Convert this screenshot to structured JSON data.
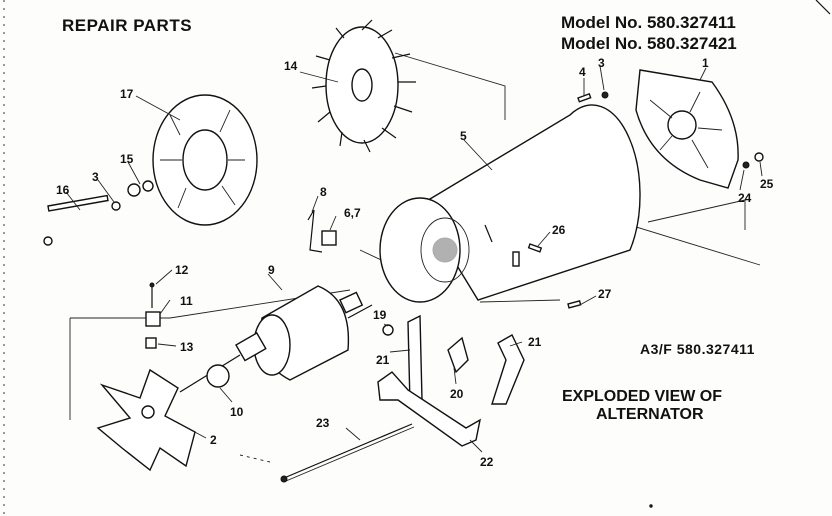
{
  "header": {
    "title": "REPAIR PARTS",
    "model_line_1": "Model No. 580.327411",
    "model_line_2": "Model No. 580.327421",
    "reference_code": "A3/F 580.327411"
  },
  "caption": {
    "line_1": "EXPLODED VIEW OF",
    "line_2": "ALTERNATOR"
  },
  "callouts": {
    "c1": "1",
    "c2": "2",
    "c3a": "3",
    "c3b": "3",
    "c4": "4",
    "c5": "5",
    "c67": "6,7",
    "c8": "8",
    "c9": "9",
    "c10": "10",
    "c11": "11",
    "c12": "12",
    "c13": "13",
    "c14": "14",
    "c15": "15",
    "c16": "16",
    "c17": "17",
    "c19": "19",
    "c20": "20",
    "c21a": "21",
    "c21b": "21",
    "c22": "22",
    "c23": "23",
    "c24": "24",
    "c25": "25",
    "c26": "26",
    "c27": "27"
  }
}
